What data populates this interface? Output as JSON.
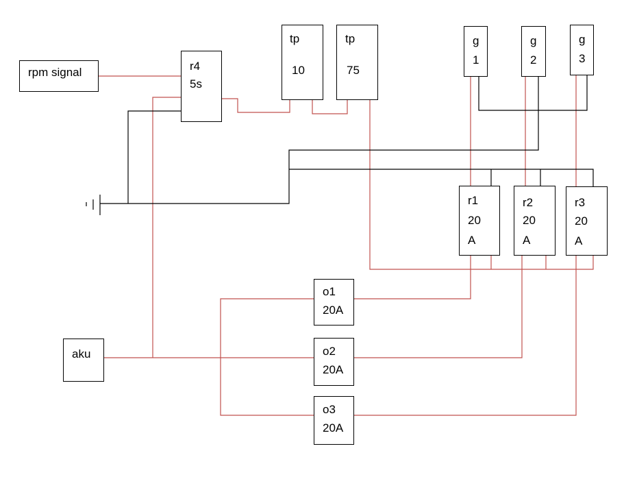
{
  "colors": {
    "wire_red": "#c0504d",
    "wire_black": "#000000",
    "box_border": "#000000"
  },
  "components": {
    "rpm": {
      "label": "rpm signal"
    },
    "r4": {
      "l1": "r4",
      "l2": "5s"
    },
    "tp10": {
      "l1": "tp",
      "l2": "10"
    },
    "tp75": {
      "l1": "tp",
      "l2": "75"
    },
    "g1": {
      "l1": "g",
      "l2": "1"
    },
    "g2": {
      "l1": "g",
      "l2": "2"
    },
    "g3": {
      "l1": "g",
      "l2": "3"
    },
    "r1": {
      "l1": "r1",
      "l2": "20",
      "l3": "A"
    },
    "r2": {
      "l1": "r2",
      "l2": "20",
      "l3": "A"
    },
    "r3": {
      "l1": "r3",
      "l2": "20",
      "l3": "A"
    },
    "o1": {
      "l1": "o1",
      "l2": "20A"
    },
    "o2": {
      "l1": "o2",
      "l2": "20A"
    },
    "o3": {
      "l1": "o3",
      "l2": "20A"
    },
    "aku": {
      "label": "aku"
    }
  }
}
